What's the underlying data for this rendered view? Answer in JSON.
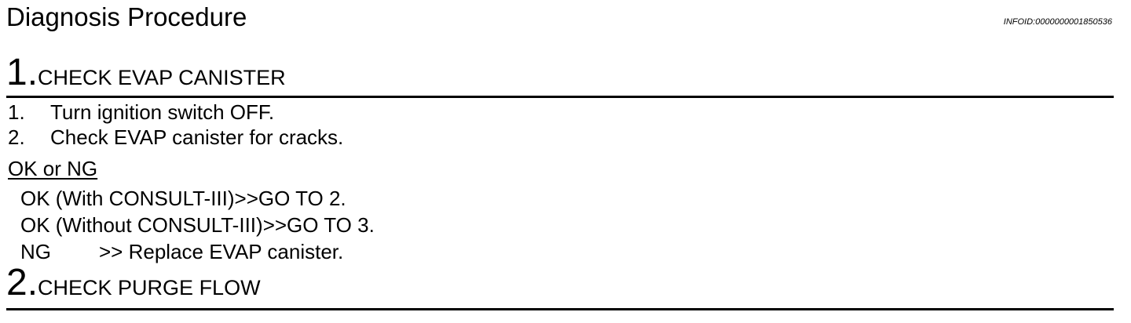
{
  "header": {
    "title": "Diagnosis Procedure",
    "info_id": "INFOID:0000000001850536"
  },
  "steps": [
    {
      "number": "1.",
      "title": "CHECK EVAP CANISTER",
      "items": [
        {
          "num": "1.",
          "text": "Turn ignition switch OFF."
        },
        {
          "num": "2.",
          "text": "Check EVAP canister for cracks."
        }
      ],
      "result_label": "OK or NG",
      "results": [
        {
          "label": "OK (With CONSULT-III)",
          "action": ">>GO TO 2."
        },
        {
          "label": "OK (Without CONSULT-III)",
          "action": ">>GO TO 3."
        },
        {
          "label": "NG",
          "action": ">> Replace EVAP canister."
        }
      ]
    },
    {
      "number": "2.",
      "title": "CHECK PURGE FLOW"
    }
  ]
}
